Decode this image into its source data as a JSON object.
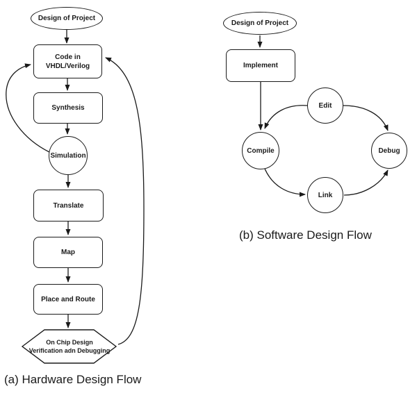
{
  "figure": {
    "background": "#ffffff",
    "ink": "#1a1a1a",
    "hardware_flow": {
      "caption": "(a) Hardware Design Flow",
      "nodes": {
        "start": {
          "shape": "ellipse",
          "label": "Design of Project"
        },
        "code": {
          "shape": "rounded-rect",
          "line1": "Code in",
          "line2": "VHDL/Verilog"
        },
        "synthesis": {
          "shape": "rounded-rect",
          "label": "Synthesis"
        },
        "simulation": {
          "shape": "circle",
          "label": "Simulation"
        },
        "translate": {
          "shape": "rounded-rect",
          "label": "Translate"
        },
        "map": {
          "shape": "rounded-rect",
          "label": "Map"
        },
        "place_route": {
          "shape": "rounded-rect",
          "label": "Place and Route"
        },
        "verify": {
          "shape": "hexagon",
          "line1": "On Chip Design",
          "line2": "Verification adn Debugging"
        }
      },
      "edges": [
        {
          "from": "Design of Project",
          "to": "Code in VHDL/Verilog"
        },
        {
          "from": "Code in VHDL/Verilog",
          "to": "Synthesis"
        },
        {
          "from": "Synthesis",
          "to": "Simulation"
        },
        {
          "from": "Simulation",
          "to": "Translate"
        },
        {
          "from": "Translate",
          "to": "Map"
        },
        {
          "from": "Map",
          "to": "Place and Route"
        },
        {
          "from": "Place and Route",
          "to": "On Chip Design Verification adn Debugging"
        },
        {
          "from": "Simulation",
          "to": "Code in VHDL/Verilog",
          "type": "feedback"
        },
        {
          "from": "On Chip Design Verification adn Debugging",
          "to": "Code in VHDL/Verilog",
          "type": "feedback"
        }
      ]
    },
    "software_flow": {
      "caption": "(b) Software Design Flow",
      "nodes": {
        "start": {
          "shape": "ellipse",
          "label": "Design of Project"
        },
        "implement": {
          "shape": "rounded-rect",
          "label": "Implement"
        },
        "edit": {
          "shape": "circle",
          "label": "Edit"
        },
        "compile": {
          "shape": "circle",
          "label": "Compile"
        },
        "debug": {
          "shape": "circle",
          "label": "Debug"
        },
        "link": {
          "shape": "circle",
          "label": "Link"
        }
      },
      "edges": [
        {
          "from": "Design of Project",
          "to": "Implement"
        },
        {
          "from": "Implement",
          "to": "Compile"
        },
        {
          "from": "Edit",
          "to": "Compile"
        },
        {
          "from": "Edit",
          "to": "Debug"
        },
        {
          "from": "Compile",
          "to": "Link"
        },
        {
          "from": "Link",
          "to": "Debug"
        }
      ]
    }
  }
}
